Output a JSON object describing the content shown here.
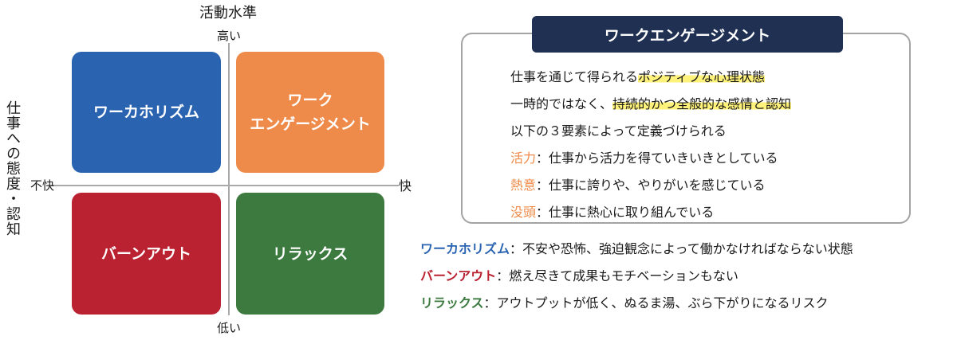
{
  "matrix": {
    "y_axis_title": "活動水準",
    "y_high": "高い",
    "y_low": "低い",
    "x_axis_title": "仕事への態度・認知",
    "x_left": "不快",
    "x_right": "快",
    "quadrants": {
      "top_left": {
        "label": "ワーカホリズム",
        "color": "#2a63b0"
      },
      "top_right": {
        "label": "ワーク\nエンゲージメント",
        "color": "#ef8b4a"
      },
      "bottom_left": {
        "label": "バーンアウト",
        "color": "#bb2231"
      },
      "bottom_right": {
        "label": "リラックス",
        "color": "#3c7a3f"
      }
    }
  },
  "definition": {
    "title": "ワークエンゲージメント",
    "line1_pre": "仕事を通じて得られる",
    "line1_hl": "ポジティブな心理状態",
    "line2_pre": "一時的ではなく、",
    "line2_hl": "持続的かつ全般的な感情と認知",
    "line3": "以下の３要素によって定義づけられる",
    "elements": [
      {
        "key": "活力",
        "text": "：仕事から活力を得ていきいきとしている"
      },
      {
        "key": "熱意",
        "text": "：仕事に誇りや、やりがいを感じている"
      },
      {
        "key": "没頭",
        "text": "：仕事に熱心に取り組んでいる"
      }
    ],
    "highlight_color": "#fff27a",
    "key_color": "#ef8b4a"
  },
  "notes": [
    {
      "term": "ワーカホリズム",
      "text": "：不安や恐怖、強迫観念によって働かなければならない状態"
    },
    {
      "term": "バーンアウト",
      "text": "：燃え尽きて成果もモチベーションもない"
    },
    {
      "term": "リラックス",
      "text": "：アウトプットが低く、ぬるま湯、ぶら下がりになるリスク"
    }
  ]
}
